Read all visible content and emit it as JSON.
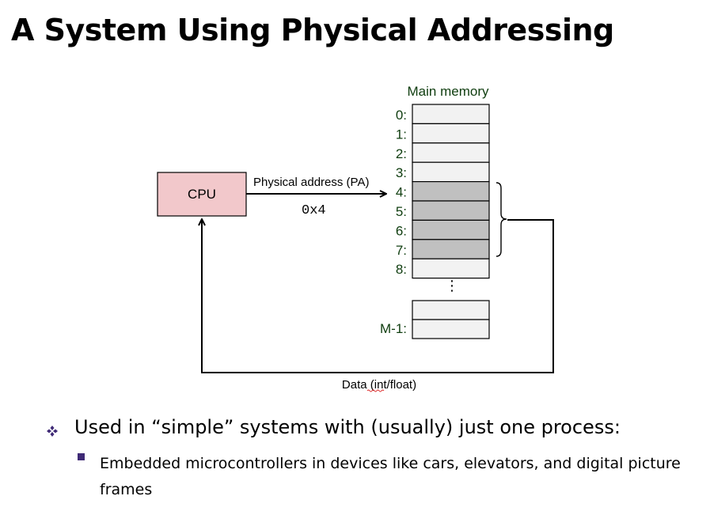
{
  "slide": {
    "title": "A System Using Physical Addressing"
  },
  "diagram": {
    "cpu_label": "CPU",
    "memory_title": "Main memory",
    "address_label": "Physical address (PA)",
    "address_value": "0x4",
    "data_label": "Data (int/float)",
    "ellipsis": "⋮",
    "last_row_label": "M-1:",
    "rows": [
      {
        "label": "0:",
        "highlighted": false
      },
      {
        "label": "1:",
        "highlighted": false
      },
      {
        "label": "2:",
        "highlighted": false
      },
      {
        "label": "3:",
        "highlighted": false
      },
      {
        "label": "4:",
        "highlighted": true
      },
      {
        "label": "5:",
        "highlighted": true
      },
      {
        "label": "6:",
        "highlighted": true
      },
      {
        "label": "7:",
        "highlighted": true
      },
      {
        "label": "8:",
        "highlighted": false
      }
    ],
    "colors": {
      "cpu_fill": "#f2c8cb",
      "cell_fill": "#f2f2f2",
      "highlight_fill": "#c0c0c0",
      "label_green": "#0f3d0f"
    }
  },
  "bullets": {
    "main": "Used in “simple” systems with (usually) just one process:",
    "sub": "Embedded microcontrollers in devices like cars, elevators, and digital picture frames"
  }
}
